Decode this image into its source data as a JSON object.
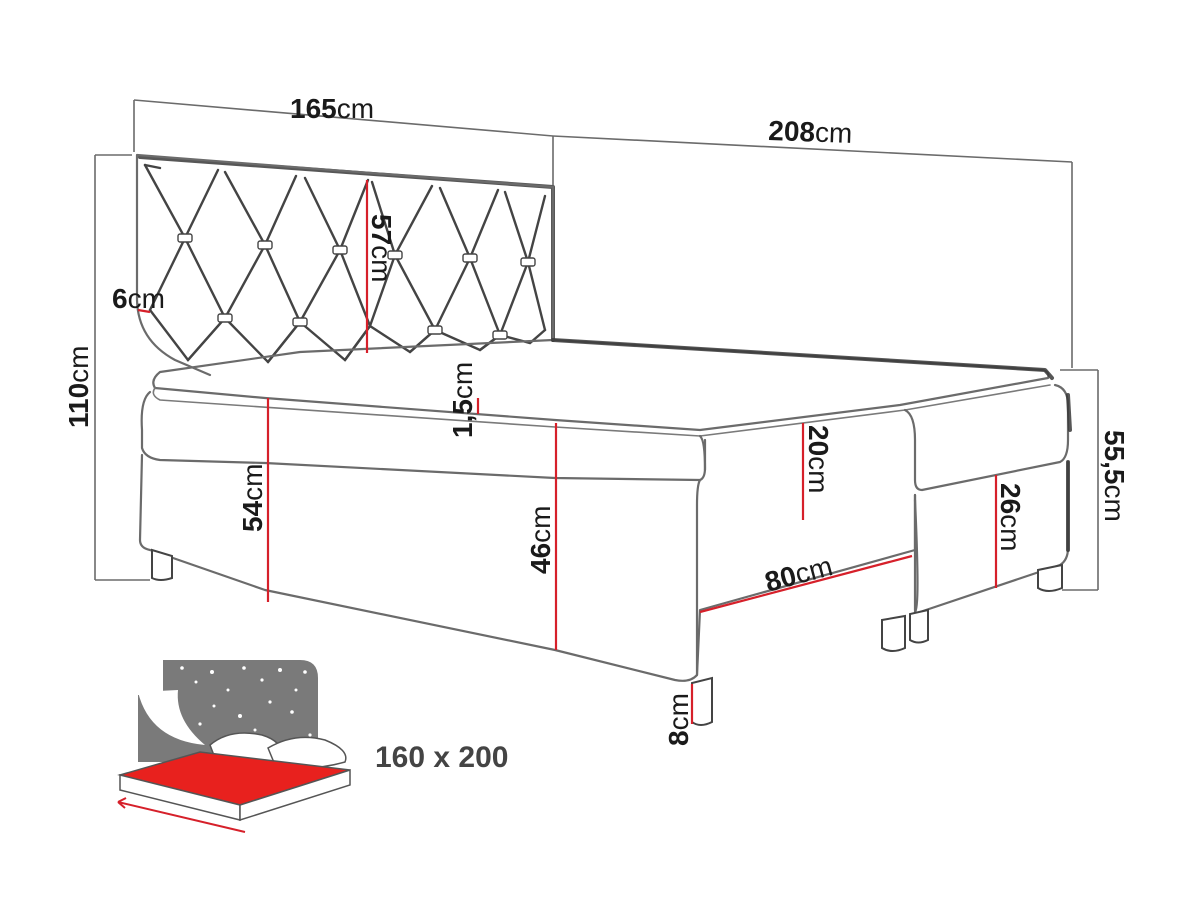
{
  "dimensions": {
    "width": {
      "value": "165",
      "unit": "cm"
    },
    "length": {
      "value": "208",
      "unit": "cm"
    },
    "total_height": {
      "value": "110",
      "unit": "cm"
    },
    "headboard_height": {
      "value": "57",
      "unit": "cm"
    },
    "headboard_depth": {
      "value": "6",
      "unit": "cm"
    },
    "topper_height": {
      "value": "1,5",
      "unit": "cm"
    },
    "base_height": {
      "value": "54",
      "unit": "cm"
    },
    "box_height": {
      "value": "46",
      "unit": "cm"
    },
    "mattress_height": {
      "value": "20",
      "unit": "cm"
    },
    "box_lower_height": {
      "value": "26",
      "unit": "cm"
    },
    "side_height": {
      "value": "55,5",
      "unit": "cm"
    },
    "half_width": {
      "value": "80",
      "unit": "cm"
    },
    "leg_height": {
      "value": "8",
      "unit": "cm"
    }
  },
  "sleeping_area": {
    "label": "160 x 200"
  },
  "colors": {
    "dimension_line": "#d6202a",
    "outline": "#6b6b6b",
    "night_panel": "#7a7a7a",
    "mattress_red": "#e8211e"
  }
}
